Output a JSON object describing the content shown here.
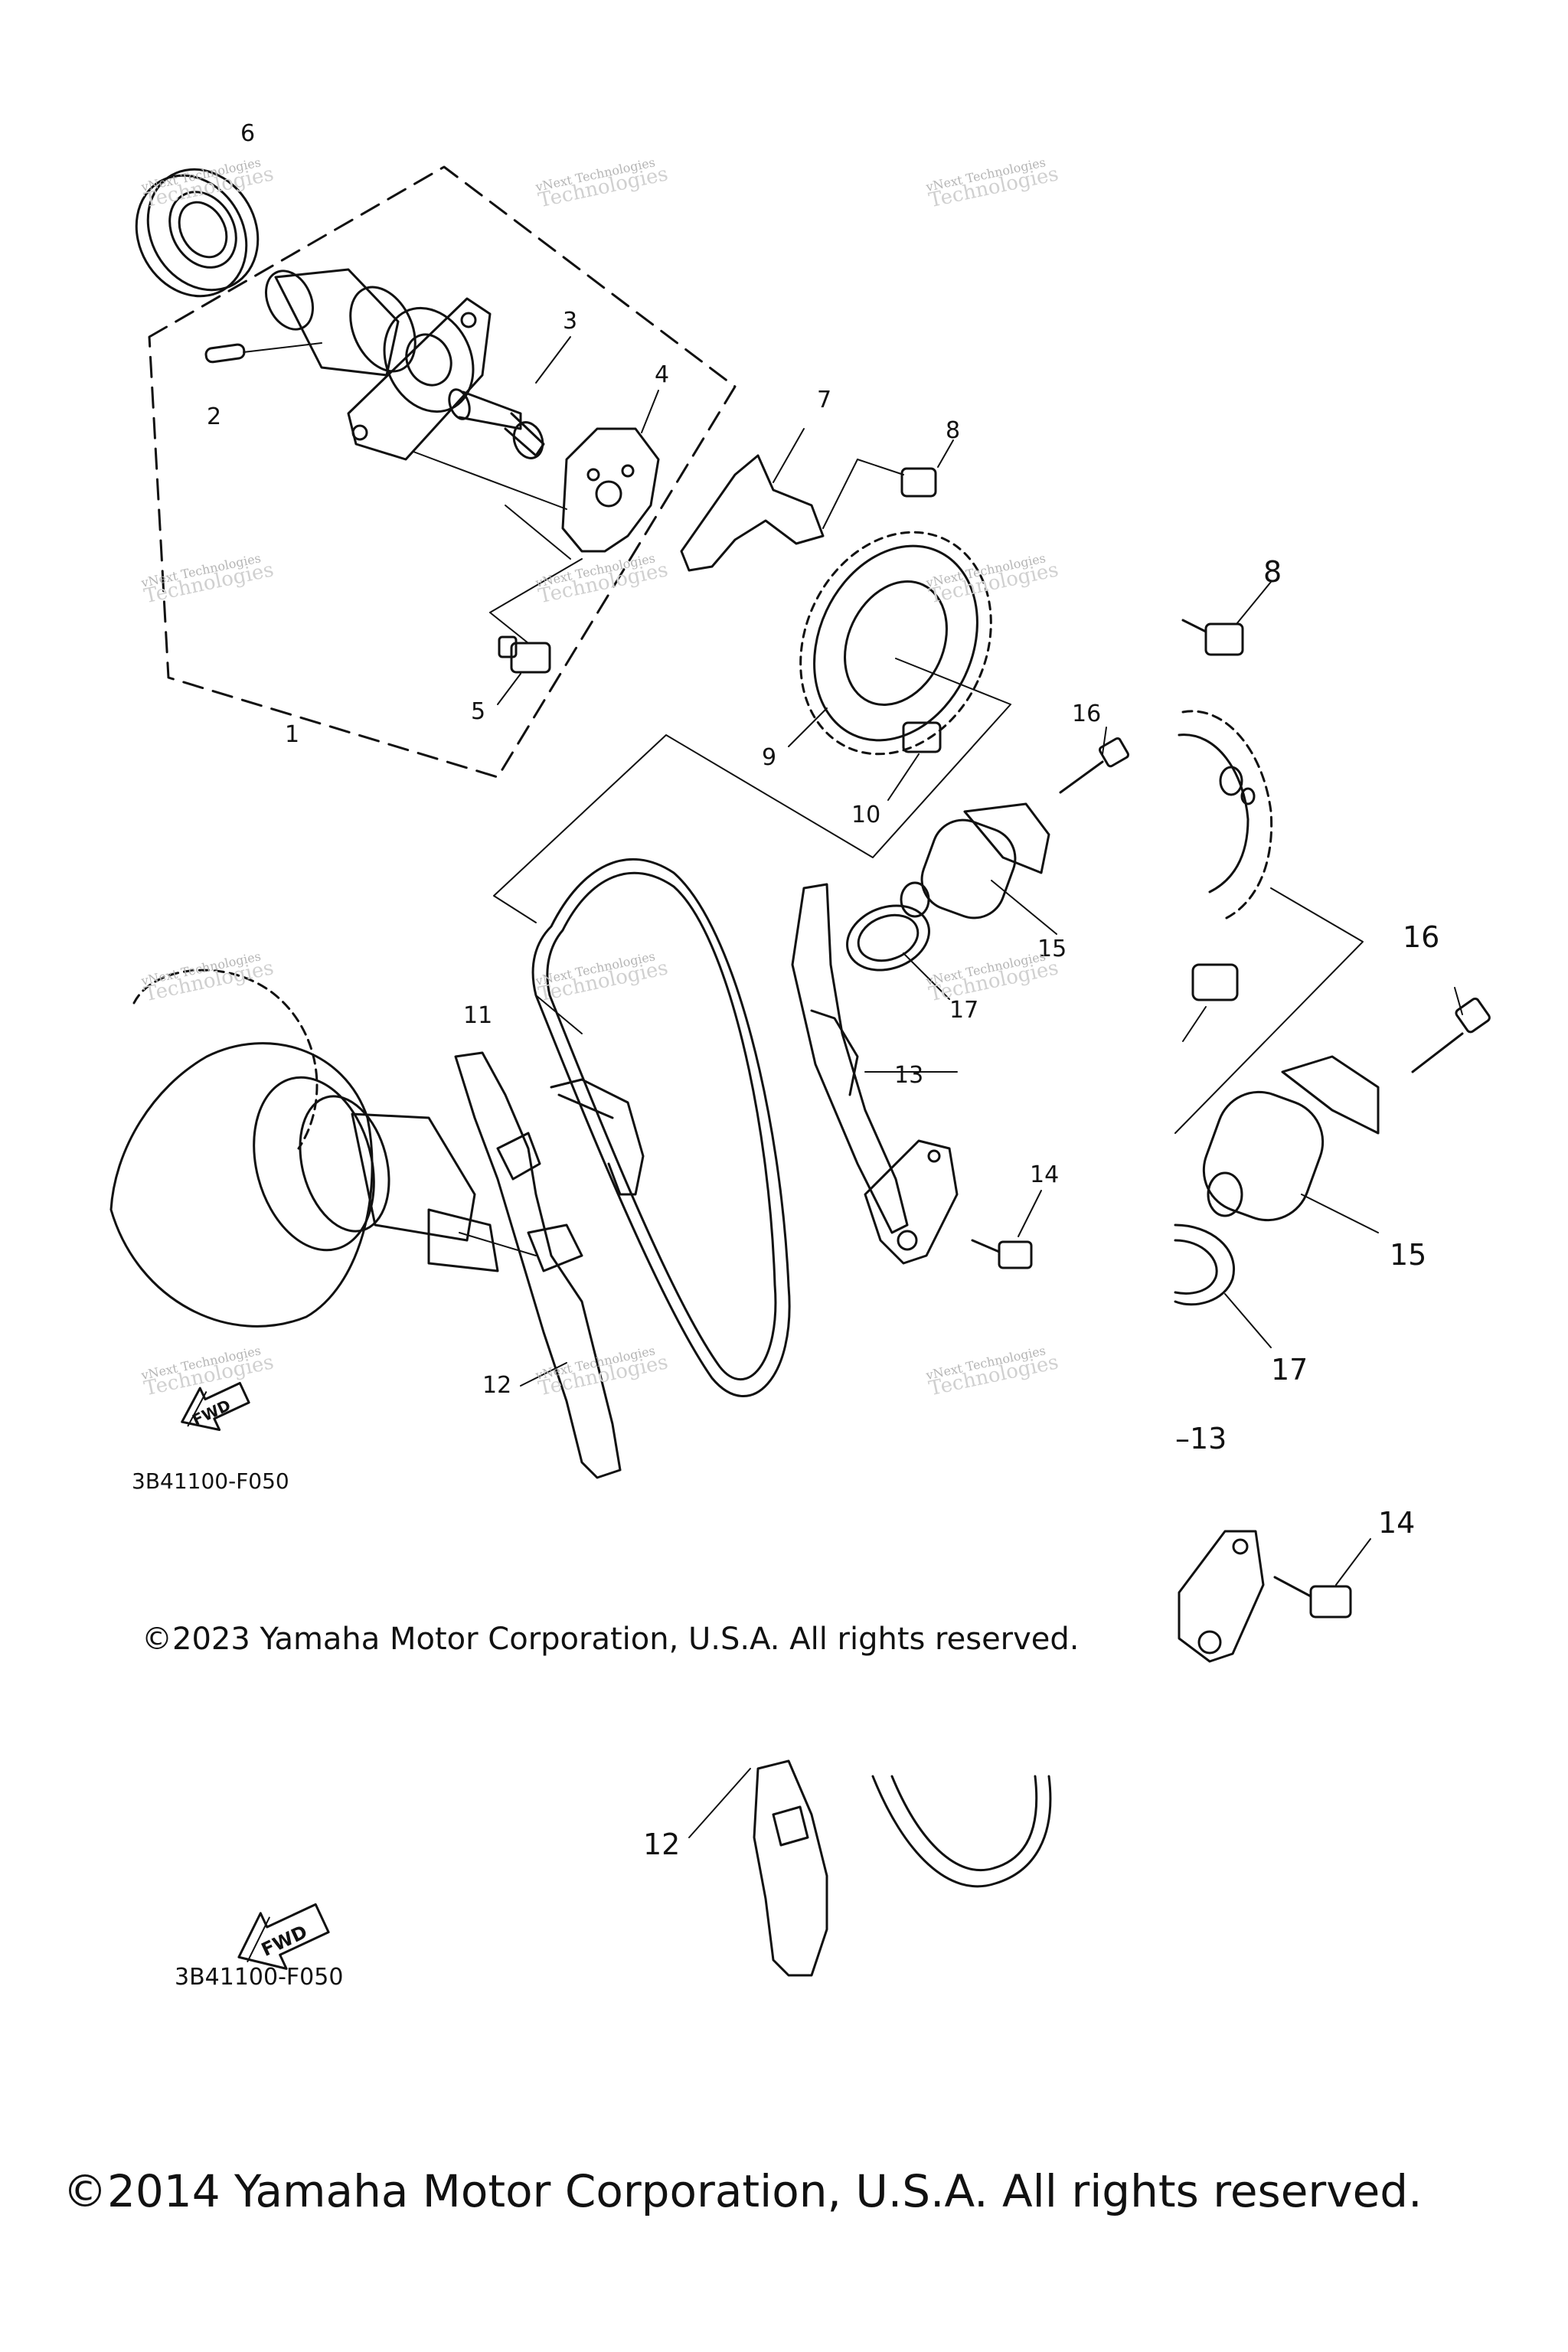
{
  "diagram": {
    "part_labels": {
      "p1": "1",
      "p2": "2",
      "p3": "3",
      "p4": "4",
      "p5": "5",
      "p6": "6",
      "p7": "7",
      "p8": "8",
      "p9": "9",
      "p10": "10",
      "p11": "11",
      "p12": "12",
      "p13": "13",
      "p14": "14",
      "p15": "15",
      "p16": "16",
      "p17": "17"
    },
    "inset_labels": {
      "p8": "8",
      "p16": "16",
      "p15": "15",
      "p17": "17",
      "p13": "–13",
      "p14": "14",
      "p12": "12"
    },
    "fwd_label": "FWD",
    "ref_code": "3B41100-F050",
    "ref_code_2": "3B41100-F050",
    "copyright_upper": "©2023 Yamaha Motor Corporation, U.S.A. All rights reserved.",
    "copyright_lower": "©2014 Yamaha Motor Corporation, U.S.A. All rights reserved.",
    "watermark_line1": "vNext Technologies",
    "watermark_line2": "Technologies"
  }
}
